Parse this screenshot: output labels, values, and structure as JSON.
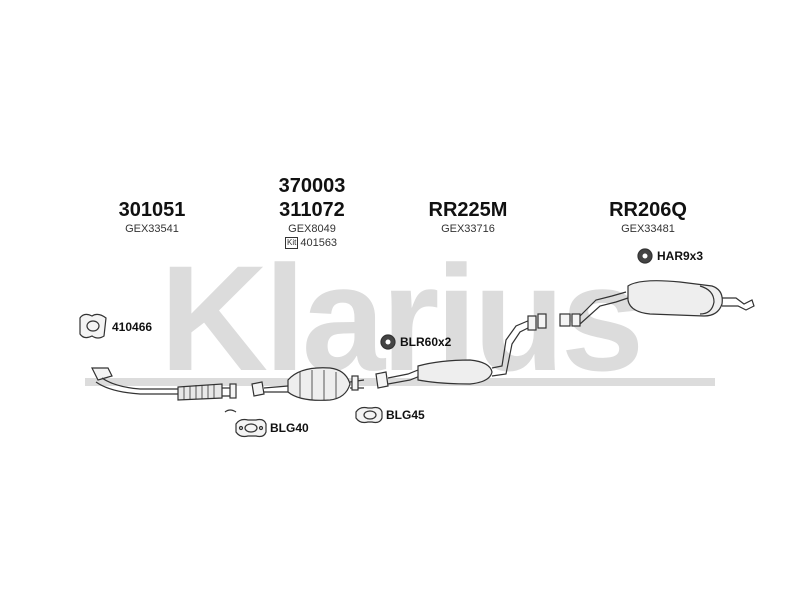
{
  "watermark": {
    "text": "Klarius",
    "color": "#d9d9d9"
  },
  "parts": [
    {
      "id": "front-pipe",
      "number": "301051",
      "ref": "GEX33541"
    },
    {
      "id": "catalyst",
      "number_top": "370003",
      "number": "311072",
      "ref": "GEX8049",
      "kit_label": "Kit",
      "kit_number": "401563"
    },
    {
      "id": "middle-silencer",
      "number": "RR225M",
      "ref": "GEX33716"
    },
    {
      "id": "rear-silencer",
      "number": "RR206Q",
      "ref": "GEX33481"
    }
  ],
  "callouts": {
    "gasket": "410466",
    "blg40": "BLG40",
    "blg45": "BLG45",
    "blr60": "BLR60x2",
    "har9": "HAR9x3"
  },
  "icons": {
    "gasket": "gasket-icon",
    "flange_gasket": "flange-gasket-icon",
    "rubber_mount": "rubber-mount-icon"
  },
  "colors": {
    "line": "#333333",
    "fill": "#f2f2f2"
  }
}
